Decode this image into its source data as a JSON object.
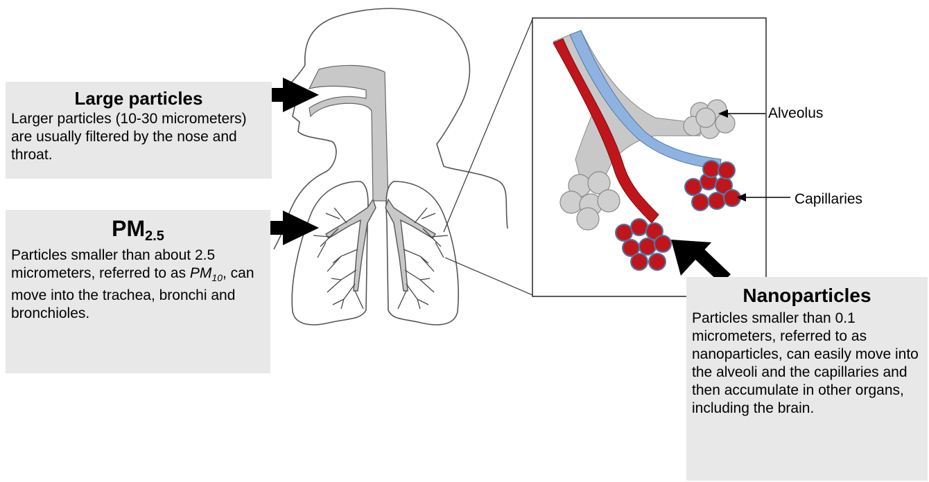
{
  "large_particles": {
    "title": "Large particles",
    "body": "Larger particles (10-30 micrometers) are usually filtered by the nose and throat."
  },
  "pm25": {
    "title_main": "PM",
    "title_sub": "2.5",
    "body_before": "Particles smaller than about 2.5 micrometers, referred to as ",
    "body_italic": "PM",
    "body_italic_sub": "10",
    "body_after": ", can move into the trachea, bronchi and bronchioles."
  },
  "nanoparticles": {
    "title": "Nanoparticles",
    "body": "Particles smaller than 0.1 micrometers, referred to as nanoparticles, can easily move into the alveoli and the capillaries and then accumulate in other organs, including the brain."
  },
  "labels": {
    "alveolus": "Alveolus",
    "capillaries": "Capillaries"
  },
  "colors": {
    "airway_fill": "#c8c8c8",
    "blood_red": "#c0161b",
    "blood_blue": "#8fb3e0",
    "box_bg": "#e8e8e8"
  }
}
